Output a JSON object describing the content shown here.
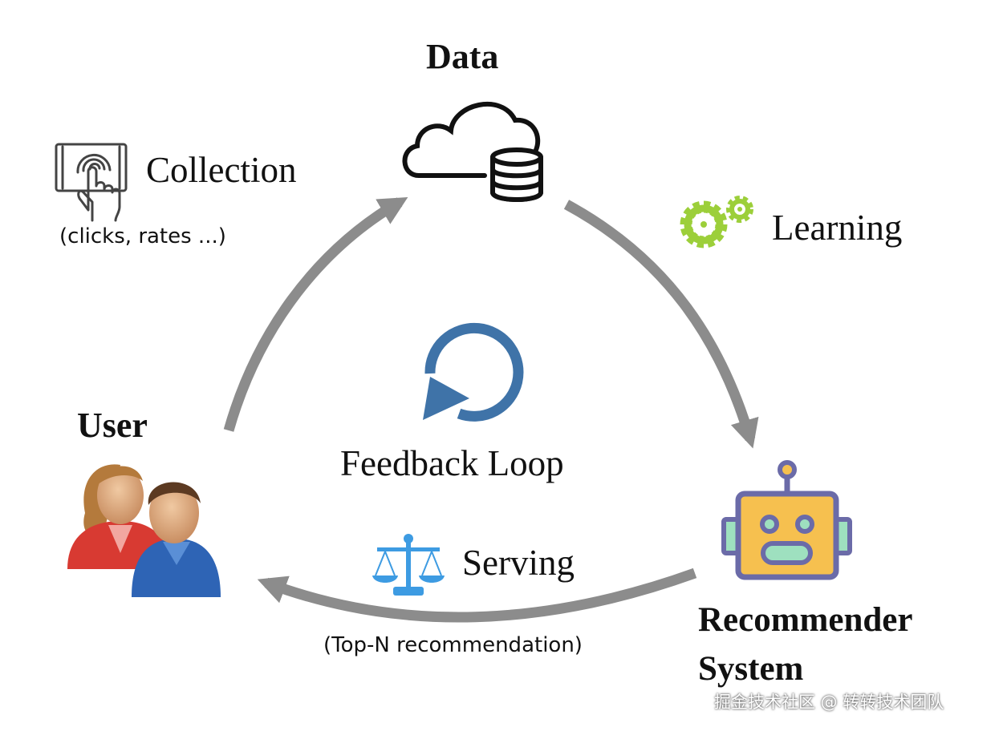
{
  "nodes": {
    "data": {
      "label": "Data"
    },
    "user": {
      "label": "User"
    },
    "recommender": {
      "line1": "Recommender",
      "line2": "System"
    }
  },
  "edges": {
    "collection": {
      "label": "Collection",
      "sublabel": "(clicks, rates ...)"
    },
    "learning": {
      "label": "Learning"
    },
    "serving": {
      "label": "Serving",
      "sublabel": "(Top-N recommendation)"
    }
  },
  "center": {
    "label": "Feedback Loop"
  },
  "watermark": "掘金技术社区 @ 转转技术团队",
  "colors": {
    "arrow": "#8c8c8c",
    "loop": "#3f73a8",
    "gear": "#9ccf3a",
    "robot_body": "#f6c04f",
    "robot_outline": "#6b6ba8",
    "scale": "#3d9be2",
    "user_female": "#d83a32",
    "user_male": "#2e64b5"
  },
  "icons": [
    "touch-icon",
    "cloud-database-icon",
    "gear-icon",
    "refresh-icon",
    "scale-icon",
    "robot-icon",
    "users-icon"
  ]
}
